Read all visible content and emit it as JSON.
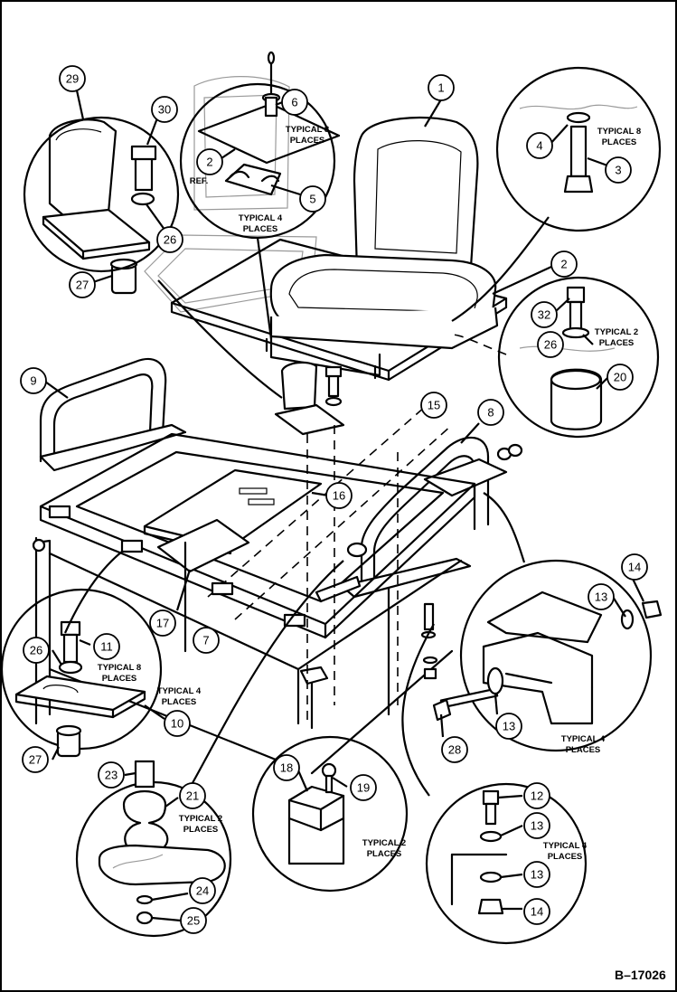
{
  "figure_id": "B–17026",
  "notes": {
    "n6_line1": "TYPICAL 8",
    "n6_line2": "PLACES",
    "n5_line1": "TYPICAL 4",
    "n5_line2": "PLACES",
    "ref": "REF.",
    "n3_line1": "TYPICAL 8",
    "n3_line2": "PLACES",
    "n20_line1": "TYPICAL 2",
    "n20_line2": "PLACES",
    "n11_line1": "TYPICAL 8",
    "n11_line2": "PLACES",
    "n10_line1": "TYPICAL 4",
    "n10_line2": "PLACES",
    "n13_line1": "TYPICAL 4",
    "n13_line2": "PLACES",
    "n21_line1": "TYPICAL 2",
    "n21_line2": "PLACES",
    "n19_line1": "TYPICAL 2",
    "n19_line2": "PLACES",
    "n12_line1": "TYPICAL 4",
    "n12_line2": "PLACES"
  },
  "callouts": {
    "c29": "29",
    "c30": "30",
    "c26a": "26",
    "c27a": "27",
    "c6": "6",
    "c2a": "2",
    "c5": "5",
    "c1": "1",
    "c4": "4",
    "c3": "3",
    "c2b": "2",
    "c32": "32",
    "c26b": "26",
    "c20": "20",
    "c9": "9",
    "c15": "15",
    "c8": "8",
    "c16": "16",
    "c17": "17",
    "c7": "7",
    "c14a": "14",
    "c13a": "13",
    "c13b": "13",
    "c28": "28",
    "c26c": "26",
    "c11": "11",
    "c10": "10",
    "c27b": "27",
    "c23": "23",
    "c21": "21",
    "c24": "24",
    "c25": "25",
    "c18": "18",
    "c19": "19",
    "c12": "12",
    "c13c": "13",
    "c13d": "13",
    "c14b": "14"
  }
}
